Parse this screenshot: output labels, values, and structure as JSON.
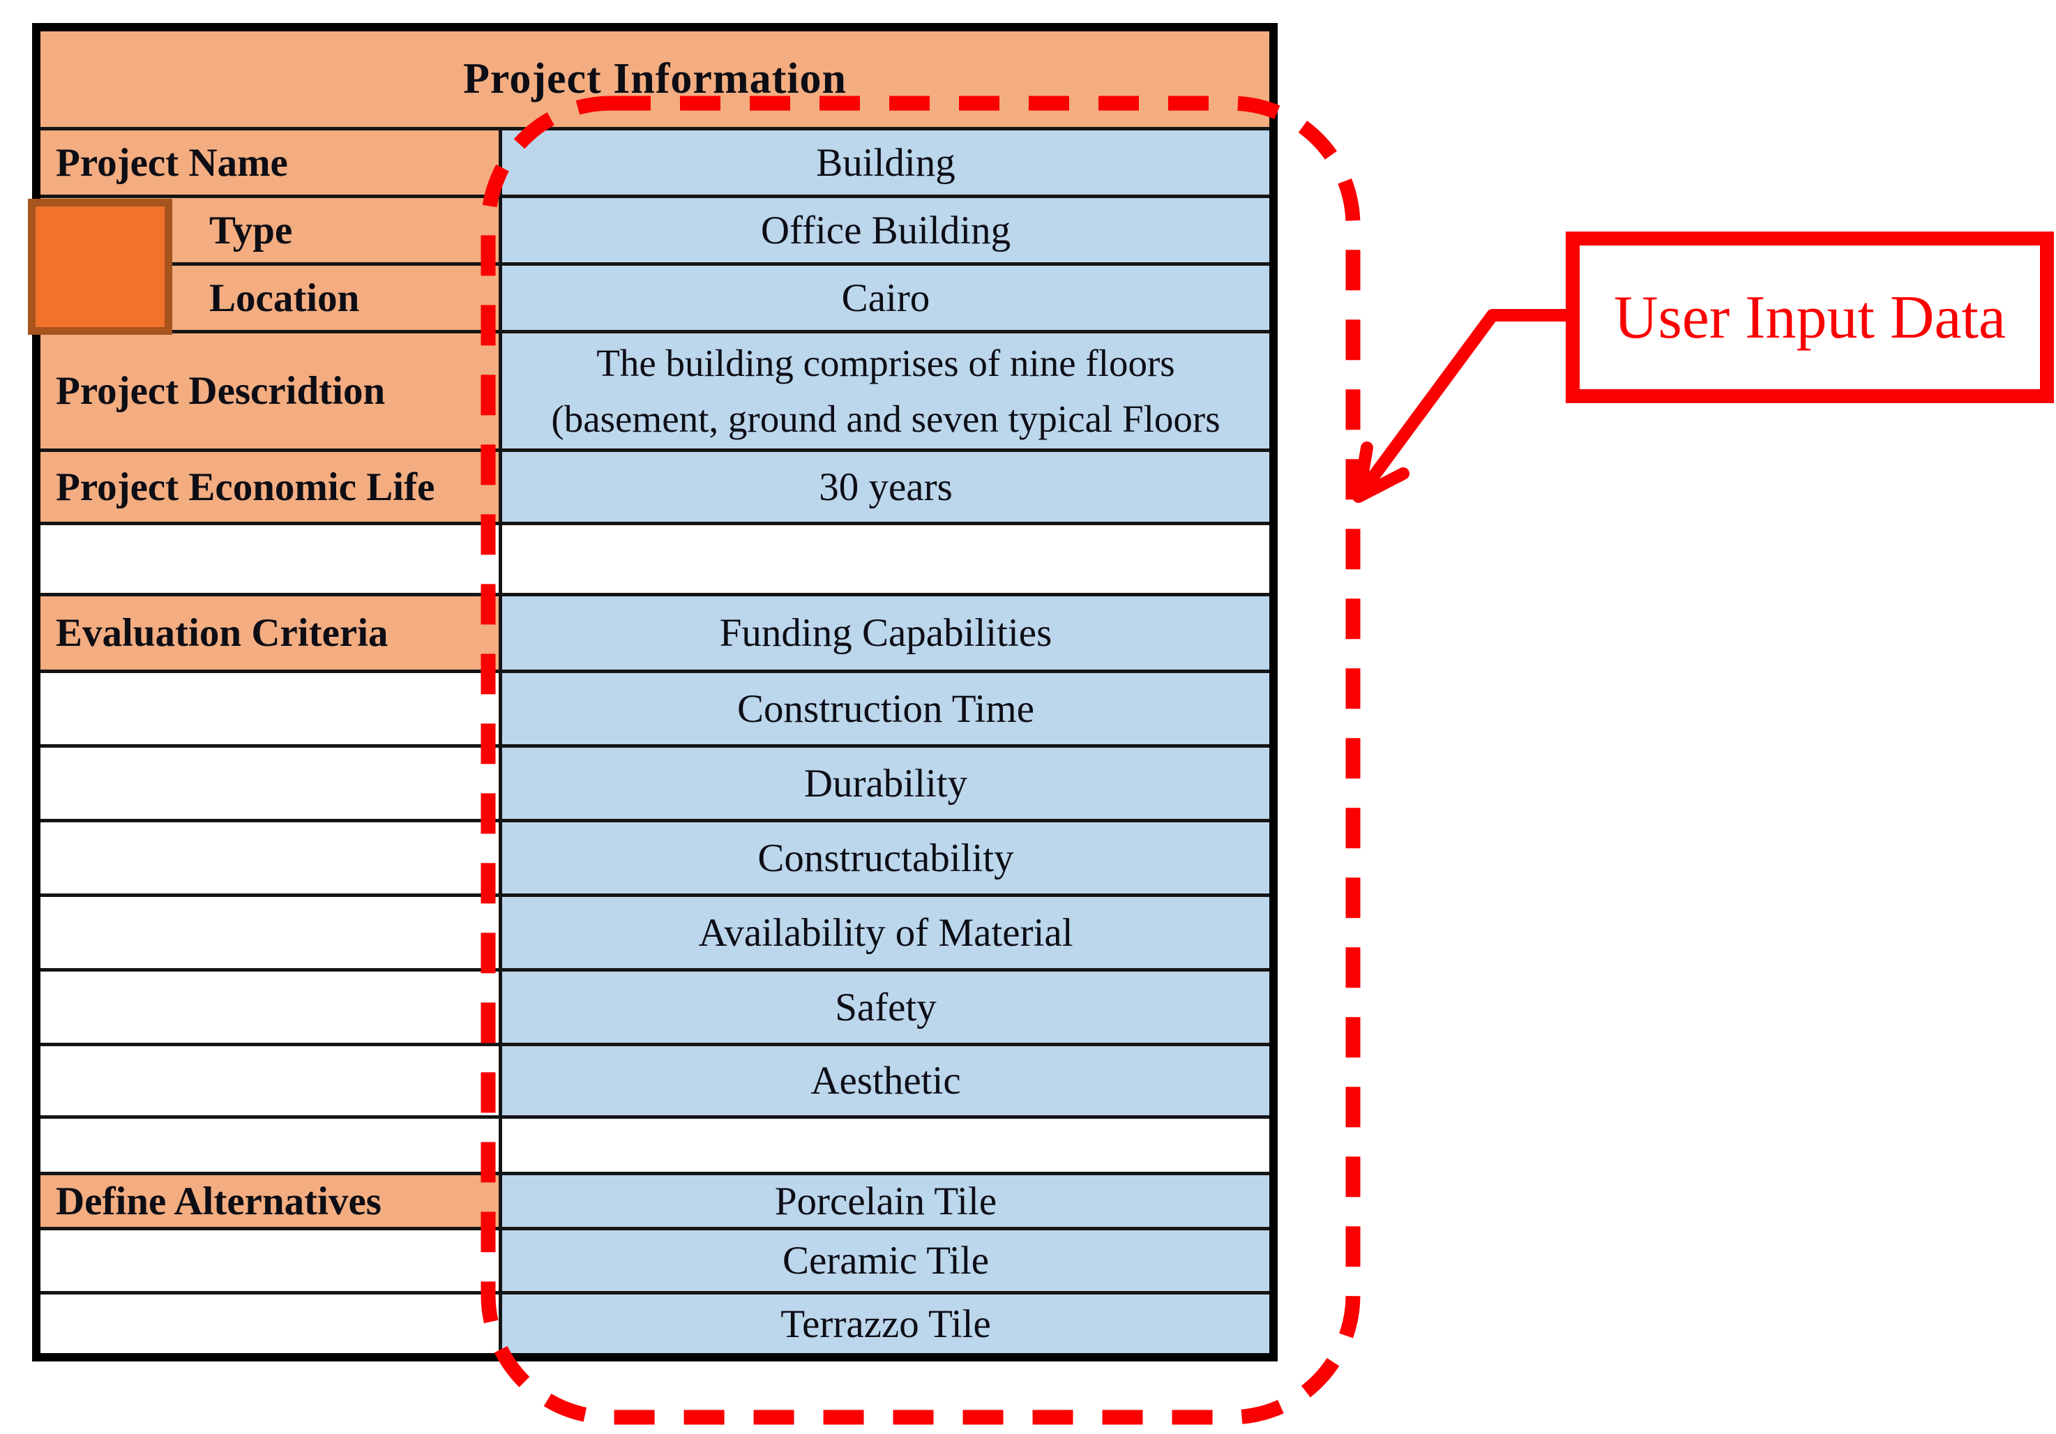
{
  "callout": {
    "label": "User Input Data"
  },
  "colors": {
    "label_orange": "#F3AD80",
    "value_blue": "#BCD6EC",
    "marker_square_fill": "#F1732B",
    "marker_square_border": "#A7541D",
    "annotation_red": "#FB0000",
    "grid_black": "#000000"
  },
  "table": {
    "header": "Project Information",
    "rows": [
      {
        "label": "Project Name",
        "value": "Building"
      },
      {
        "label": "Type",
        "value": "Office Building"
      },
      {
        "label": "Location",
        "value": "Cairo"
      },
      {
        "label": "Project Descridtion",
        "value": "The building comprises of nine floors\n(basement, ground and seven typical Floors"
      },
      {
        "label": "Project Economic Life",
        "value": "30 years"
      },
      {
        "label": "",
        "value": ""
      },
      {
        "label": "Evaluation Criteria",
        "value": "Funding Capabilities"
      },
      {
        "label": "",
        "value": "Construction Time"
      },
      {
        "label": "",
        "value": "Durability"
      },
      {
        "label": "",
        "value": "Constructability"
      },
      {
        "label": "",
        "value": "Availability of Material"
      },
      {
        "label": "",
        "value": "Safety"
      },
      {
        "label": "",
        "value": "Aesthetic"
      },
      {
        "label": "",
        "value": ""
      },
      {
        "label": "Define Alternatives",
        "value": "Porcelain Tile"
      },
      {
        "label": "",
        "value": "Ceramic Tile"
      },
      {
        "label": "",
        "value": "Terrazzo Tile"
      }
    ]
  }
}
